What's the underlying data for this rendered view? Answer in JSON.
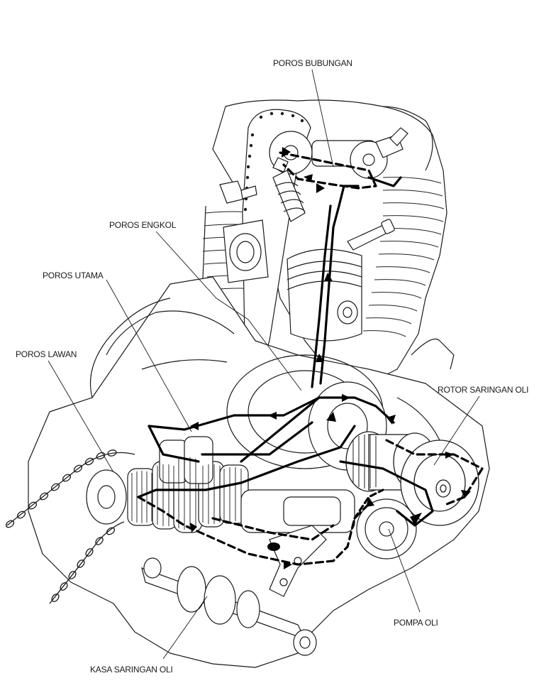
{
  "labels": {
    "camshaft": "POROS BUBUNGAN",
    "crankshaft": "POROS ENGKOL",
    "mainshaft": "POROS UTAMA",
    "countershaft": "POROS LAWAN",
    "rotor_filter": "ROTOR SARINGAN OLI",
    "oil_pump": "POMPA OLI",
    "screen_filter": "KASA SARINGAN OLI"
  },
  "colors": {
    "line": "#1a1a1a",
    "oil_path": "#000000",
    "background": "#ffffff"
  }
}
